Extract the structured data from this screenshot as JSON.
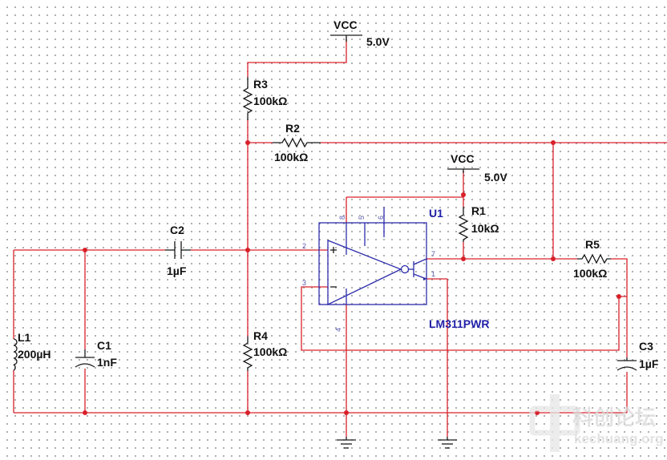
{
  "vcc_top": {
    "label": "VCC",
    "voltage": "5.0V"
  },
  "vcc_r1": {
    "label": "VCC",
    "voltage": "5.0V"
  },
  "r3": {
    "name": "R3",
    "value": "100kΩ"
  },
  "r2": {
    "name": "R2",
    "value": "100kΩ"
  },
  "r1": {
    "name": "R1",
    "value": "10kΩ"
  },
  "r5": {
    "name": "R5",
    "value": "100kΩ"
  },
  "r4": {
    "name": "R4",
    "value": "100kΩ"
  },
  "c2": {
    "name": "C2",
    "value": "1µF"
  },
  "c1": {
    "name": "C1",
    "value": "1nF"
  },
  "c3": {
    "name": "C3",
    "value": "1µF"
  },
  "l1": {
    "name": "L1",
    "value": "200µH"
  },
  "u1": {
    "name": "U1",
    "part": "LM311PWR",
    "pins": {
      "p8": "8",
      "p5": "5",
      "p6": "6",
      "p2": "2",
      "p3": "3",
      "p7": "7",
      "p1": "1",
      "p4": "4"
    }
  },
  "watermark": {
    "brand": "科创论坛",
    "url": "kechuang.org"
  },
  "colors": {
    "wire": "#d9202a",
    "component": "#1a1a1a",
    "ic": "#2c2cab"
  }
}
